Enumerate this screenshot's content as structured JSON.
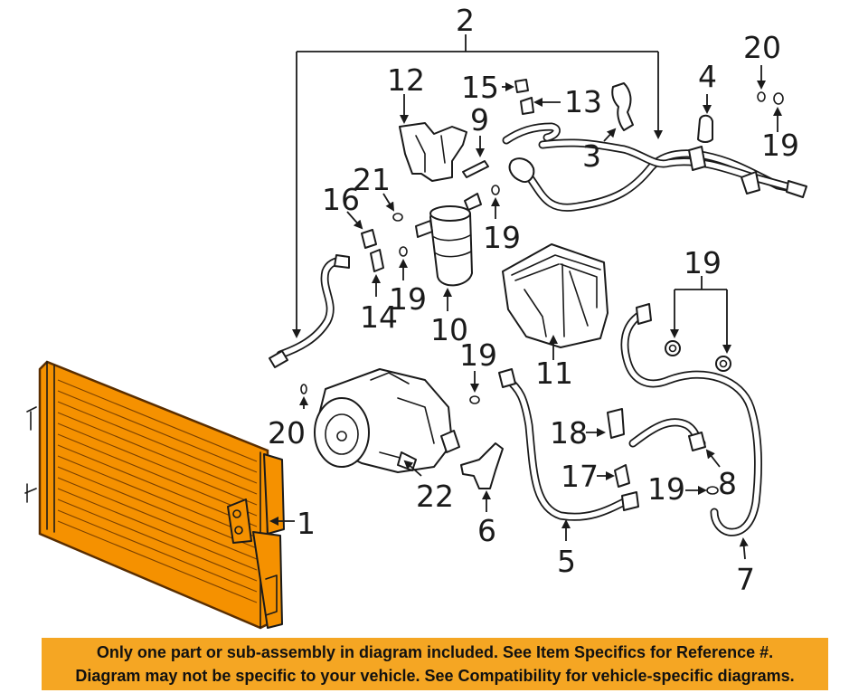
{
  "callouts": [
    "1",
    "2",
    "3",
    "4",
    "5",
    "6",
    "7",
    "8",
    "9",
    "10",
    "11",
    "12",
    "13",
    "14",
    "15",
    "16",
    "17",
    "18",
    "19",
    "20",
    "21",
    "22"
  ],
  "banner": {
    "line1": "Only one part or sub-assembly in diagram included. See Item Specifics for Reference #.",
    "line2": "Diagram may not be specific to your vehicle. See Compatibility for vehicle-specific diagrams."
  },
  "colors": {
    "condenser": "#f59100",
    "banner": "#f5a623",
    "linework": "#1a1a1a"
  }
}
